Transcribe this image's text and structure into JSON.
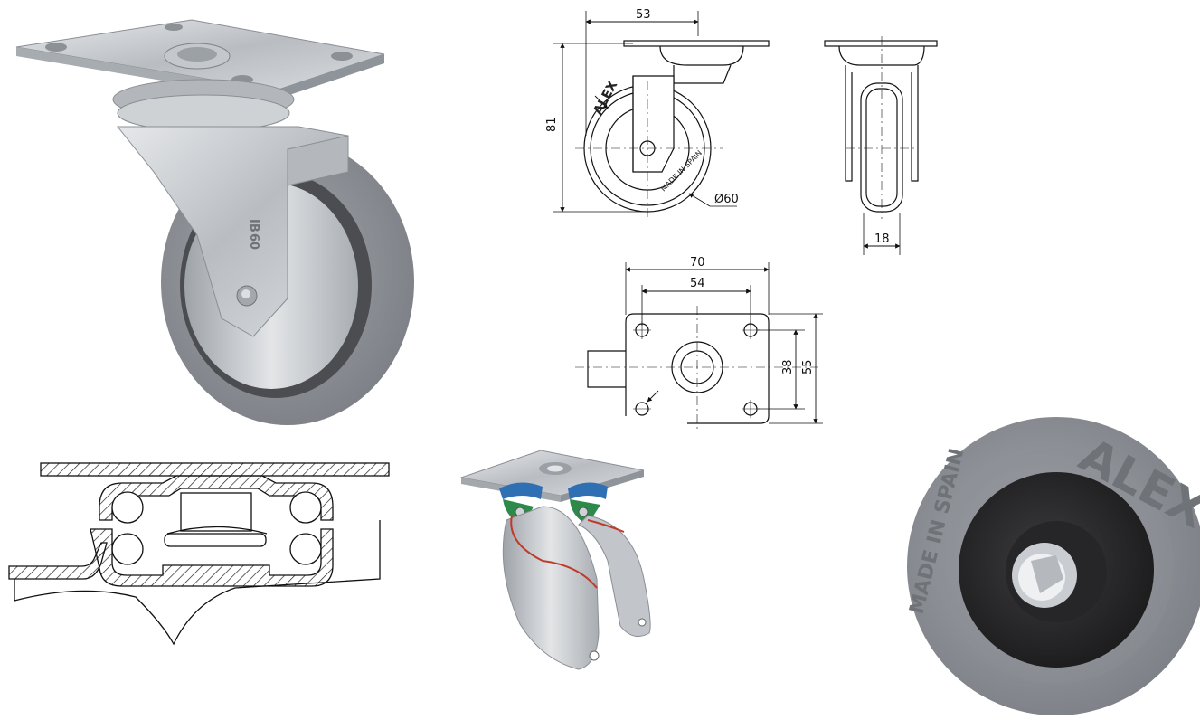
{
  "dimensions": {
    "swivel_offset": "53",
    "height": "81",
    "wheel_diameter": "Ø60",
    "wheel_width": "18",
    "plate_length": "70",
    "hole_spacing_length": "54",
    "hole_spacing_width": "38",
    "plate_width": "55"
  },
  "wheel_markings": {
    "brand": "ALEX",
    "origin": "MADE IN SPAIN",
    "fork_stamp_line1": "IB",
    "fork_stamp_line2": "60"
  },
  "colors": {
    "zinc_plate": "#c9ccd0",
    "tyre_grey": "#8d9096",
    "hub_black": "#2b2b2d",
    "seal_blue": "#2f6fb4",
    "seal_green": "#2d8a4a",
    "cable_red": "#c0392b"
  }
}
